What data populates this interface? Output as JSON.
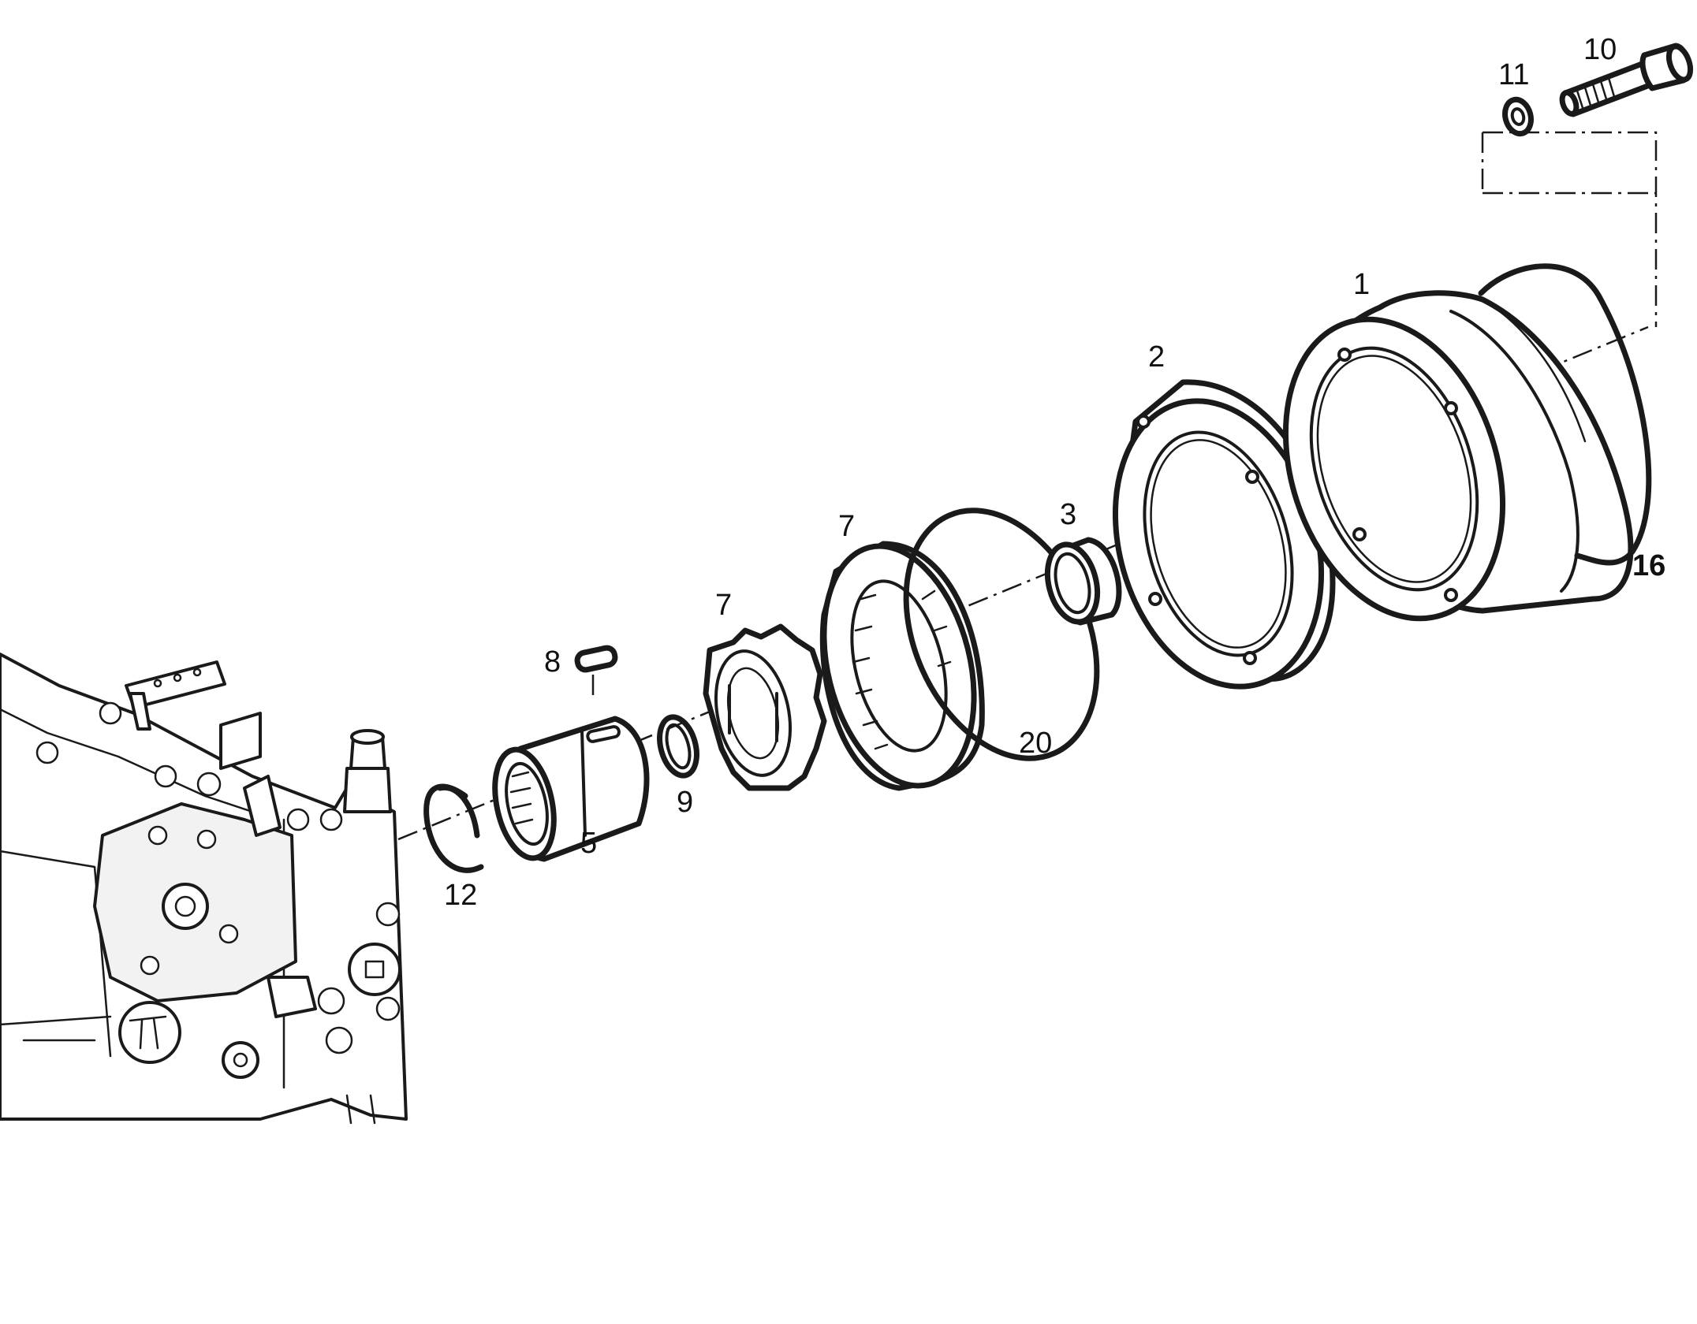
{
  "diagram": {
    "callouts": [
      {
        "id": "c10",
        "label": "10"
      },
      {
        "id": "c11",
        "label": "11"
      },
      {
        "id": "c1",
        "label": "1"
      },
      {
        "id": "c2",
        "label": "2"
      },
      {
        "id": "c3",
        "label": "3"
      },
      {
        "id": "c16",
        "label": "16"
      },
      {
        "id": "c7a",
        "label": "7"
      },
      {
        "id": "c7b",
        "label": "7"
      },
      {
        "id": "c8",
        "label": "8"
      },
      {
        "id": "c20",
        "label": "20"
      },
      {
        "id": "c9",
        "label": "9"
      },
      {
        "id": "c5",
        "label": "5"
      },
      {
        "id": "c12",
        "label": "12"
      }
    ]
  }
}
